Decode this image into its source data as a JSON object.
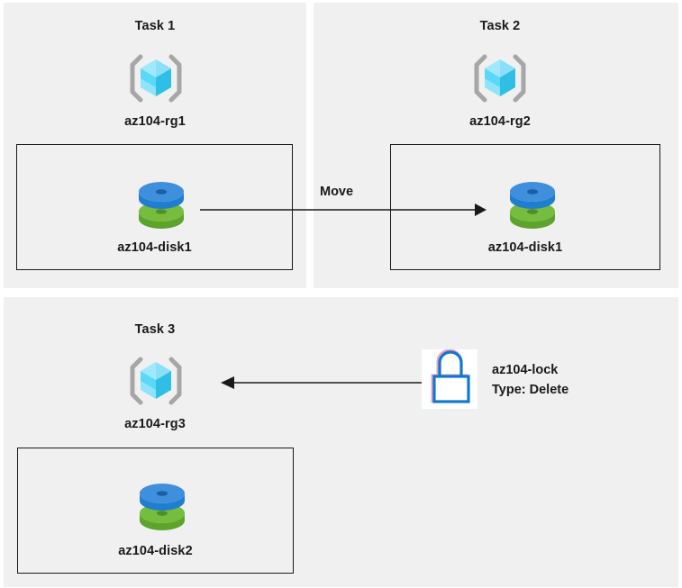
{
  "diagram": {
    "background_color": "#ffffff",
    "panel_color": "#f0f0f0",
    "line_color": "#1a1a1a"
  },
  "tasks": [
    {
      "title": "Task 1",
      "resource_group": {
        "name": "az104-rg1",
        "icon": "resource-group-cube-icon"
      },
      "resource": {
        "name": "az104-disk1",
        "icon": "managed-disk-icon"
      }
    },
    {
      "title": "Task 2",
      "resource_group": {
        "name": "az104-rg2",
        "icon": "resource-group-cube-icon"
      },
      "resource": {
        "name": "az104-disk1",
        "icon": "managed-disk-icon"
      }
    },
    {
      "title": "Task 3",
      "resource_group": {
        "name": "az104-rg3",
        "icon": "resource-group-cube-icon"
      },
      "resource": {
        "name": "az104-disk2",
        "icon": "managed-disk-icon"
      }
    }
  ],
  "arrows": {
    "move": {
      "label": "Move",
      "direction": "right"
    },
    "lock_apply": {
      "label": "",
      "direction": "left"
    }
  },
  "lock": {
    "icon": "lock-icon",
    "name": "az104-lock",
    "type_line": "Type: Delete"
  },
  "colors": {
    "cube_light": "#8fe3fb",
    "cube_mid": "#4fd2f5",
    "cube_dark": "#2bb9e0",
    "bracket_gray": "#a6a6a6",
    "disk_blue_top": "#3f8fdc",
    "disk_blue_side": "#1f7ed0",
    "disk_green_top": "#76bc3f",
    "disk_green_side": "#5da32c",
    "lock_blue": "#0f77d4",
    "lock_pink": "#f2a0b8"
  }
}
